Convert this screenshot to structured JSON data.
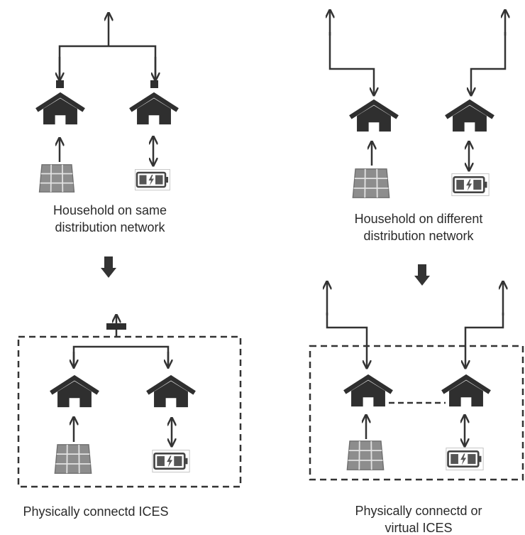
{
  "labels": {
    "same_network_line1": "Household on same",
    "same_network_line2": "distribution network",
    "different_network_line1": "Household on different",
    "different_network_line2": "distribution network",
    "physical_ices": "Physically connectd ICES",
    "physical_or_virtual_line1": "Physically connectd or",
    "physical_or_virtual_line2": "virtual ICES"
  },
  "colors": {
    "ink": "#333333",
    "panel_fill": "#8c8c8c",
    "panel_grid": "#e2e2e2",
    "battery_fill": "#444444"
  }
}
